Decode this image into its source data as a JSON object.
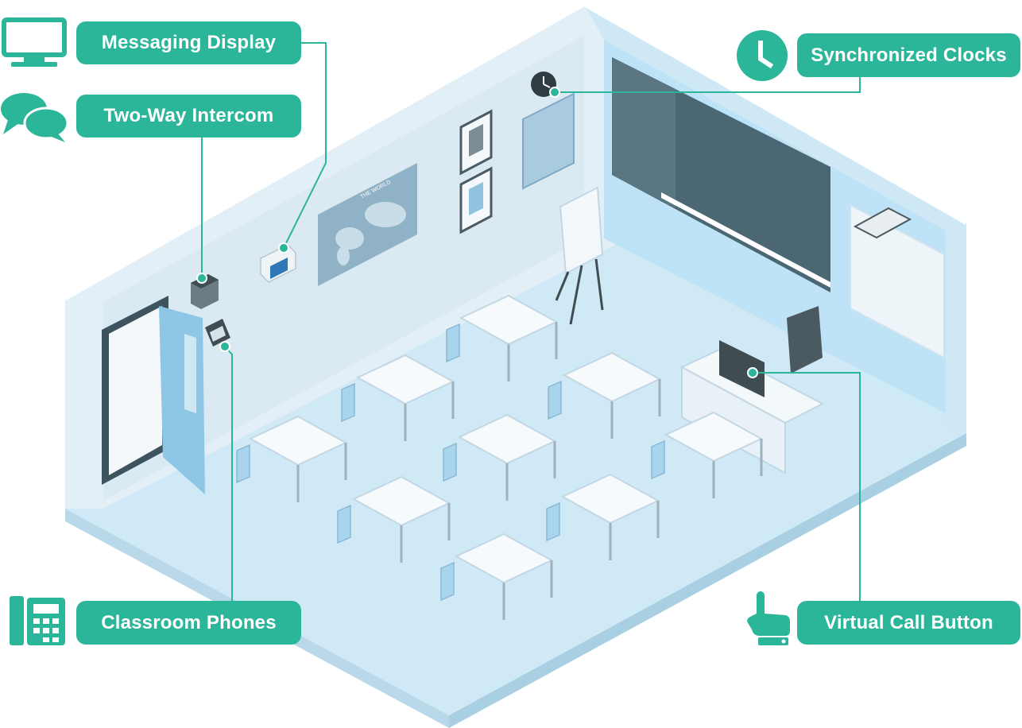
{
  "labels": {
    "messaging_display": "Messaging Display",
    "two_way_intercom": "Two-Way Intercom",
    "synchronized_clocks": "Synchronized Clocks",
    "classroom_phones": "Classroom Phones",
    "virtual_call_button": "Virtual Call Button"
  },
  "map_title": "THE WORLD",
  "icons": {
    "messaging_display": "monitor-icon",
    "two_way_intercom": "speech-bubbles-icon",
    "synchronized_clocks": "clock-icon",
    "classroom_phones": "desk-phone-icon",
    "virtual_call_button": "pointing-hand-icon"
  },
  "colors": {
    "accent": "#2bb69a",
    "wall": "#dfeef7",
    "floor": "#cde9f7",
    "board": "#4b6773"
  }
}
